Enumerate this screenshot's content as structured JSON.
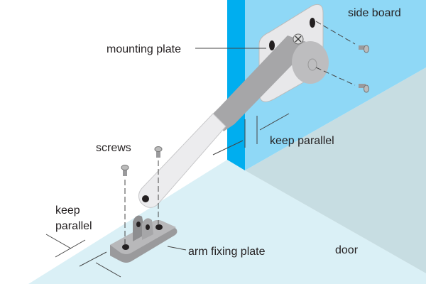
{
  "labels": {
    "side_board": "side board",
    "mounting_plate": "mounting plate",
    "keep_parallel_top": "keep parallel",
    "screws": "screws",
    "keep_parallel_left_1": "keep",
    "keep_parallel_left_2": "parallel",
    "arm_fixing_plate": "arm fixing plate",
    "door": "door"
  },
  "colors": {
    "side_board_edge": "#00aeef",
    "side_board": "#8fd8f6",
    "shadow": "#c7dde2",
    "door": "#daf0f6",
    "metal": "#a9a9a9"
  }
}
